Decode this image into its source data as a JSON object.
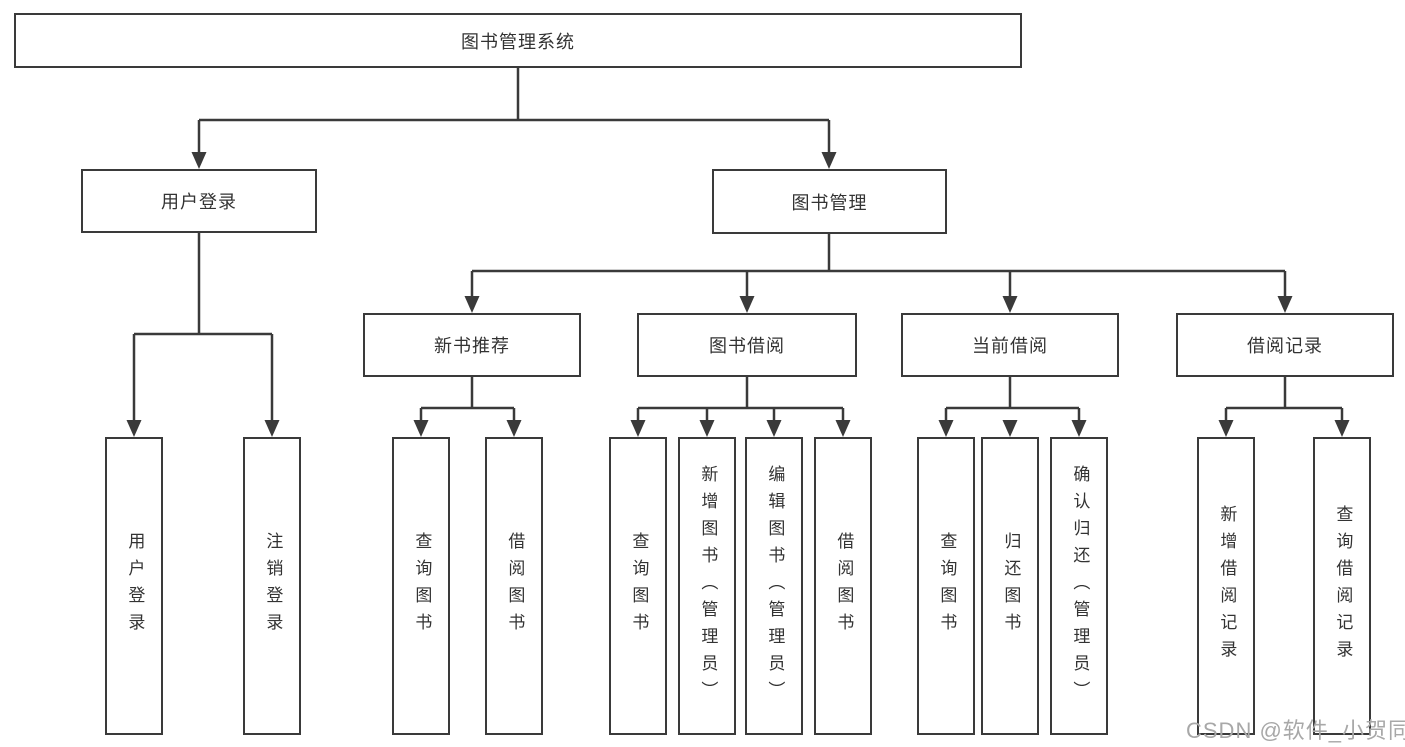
{
  "diagram": {
    "root": {
      "label": "图书管理系统"
    },
    "level2": [
      {
        "label": "用户登录"
      },
      {
        "label": "图书管理"
      }
    ],
    "level3": [
      {
        "label": "新书推荐"
      },
      {
        "label": "图书借阅"
      },
      {
        "label": "当前借阅"
      },
      {
        "label": "借阅记录"
      }
    ],
    "leaves": {
      "user_login": [
        {
          "label": "用户登录"
        },
        {
          "label": "注销登录"
        }
      ],
      "new_book": [
        {
          "label": "查询图书"
        },
        {
          "label": "借阅图书"
        }
      ],
      "book_borrow": [
        {
          "label": "查询图书"
        },
        {
          "label": "新增图书（管理员）"
        },
        {
          "label": "编辑图书（管理员）"
        },
        {
          "label": "借阅图书"
        }
      ],
      "current_borrow": [
        {
          "label": "查询图书"
        },
        {
          "label": "归还图书"
        },
        {
          "label": "确认归还（管理员）"
        }
      ],
      "borrow_record": [
        {
          "label": "新增借阅记录"
        },
        {
          "label": "查询借阅记录"
        }
      ]
    },
    "watermark": "CSDN @软件_小贺同学",
    "colors": {
      "line": "#3a3a3a",
      "text": "#333333",
      "box_background": "#ffffff",
      "watermark": "#a8a8a8",
      "page_background": "#ffffff"
    }
  }
}
